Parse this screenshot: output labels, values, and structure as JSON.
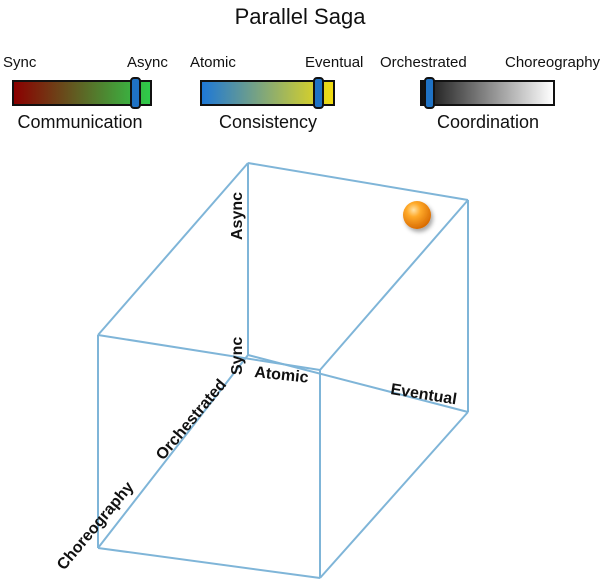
{
  "title": "Parallel Saga",
  "sliders": [
    {
      "left_label": "Sync",
      "right_label": "Async",
      "caption": "Communication",
      "value": 0.88,
      "gradient": [
        "#8b0000",
        "#2ecc4a"
      ]
    },
    {
      "left_label": "Atomic",
      "right_label": "Eventual",
      "caption": "Consistency",
      "value": 0.88,
      "gradient": [
        "#1e78d6",
        "#f2dd10"
      ]
    },
    {
      "left_label": "Orchestrated",
      "right_label": "Choreography",
      "caption": "Coordination",
      "value": 0.07,
      "gradient": [
        "#111111",
        "#ffffff"
      ]
    }
  ],
  "cube": {
    "axis_labels": {
      "async": "Async",
      "sync": "Sync",
      "atomic": "Atomic",
      "eventual": "Eventual",
      "orchestrated": "Orchestrated",
      "choreography": "Choreography"
    },
    "line_color": "#7fb5d8",
    "marker_color": "#f39200"
  }
}
